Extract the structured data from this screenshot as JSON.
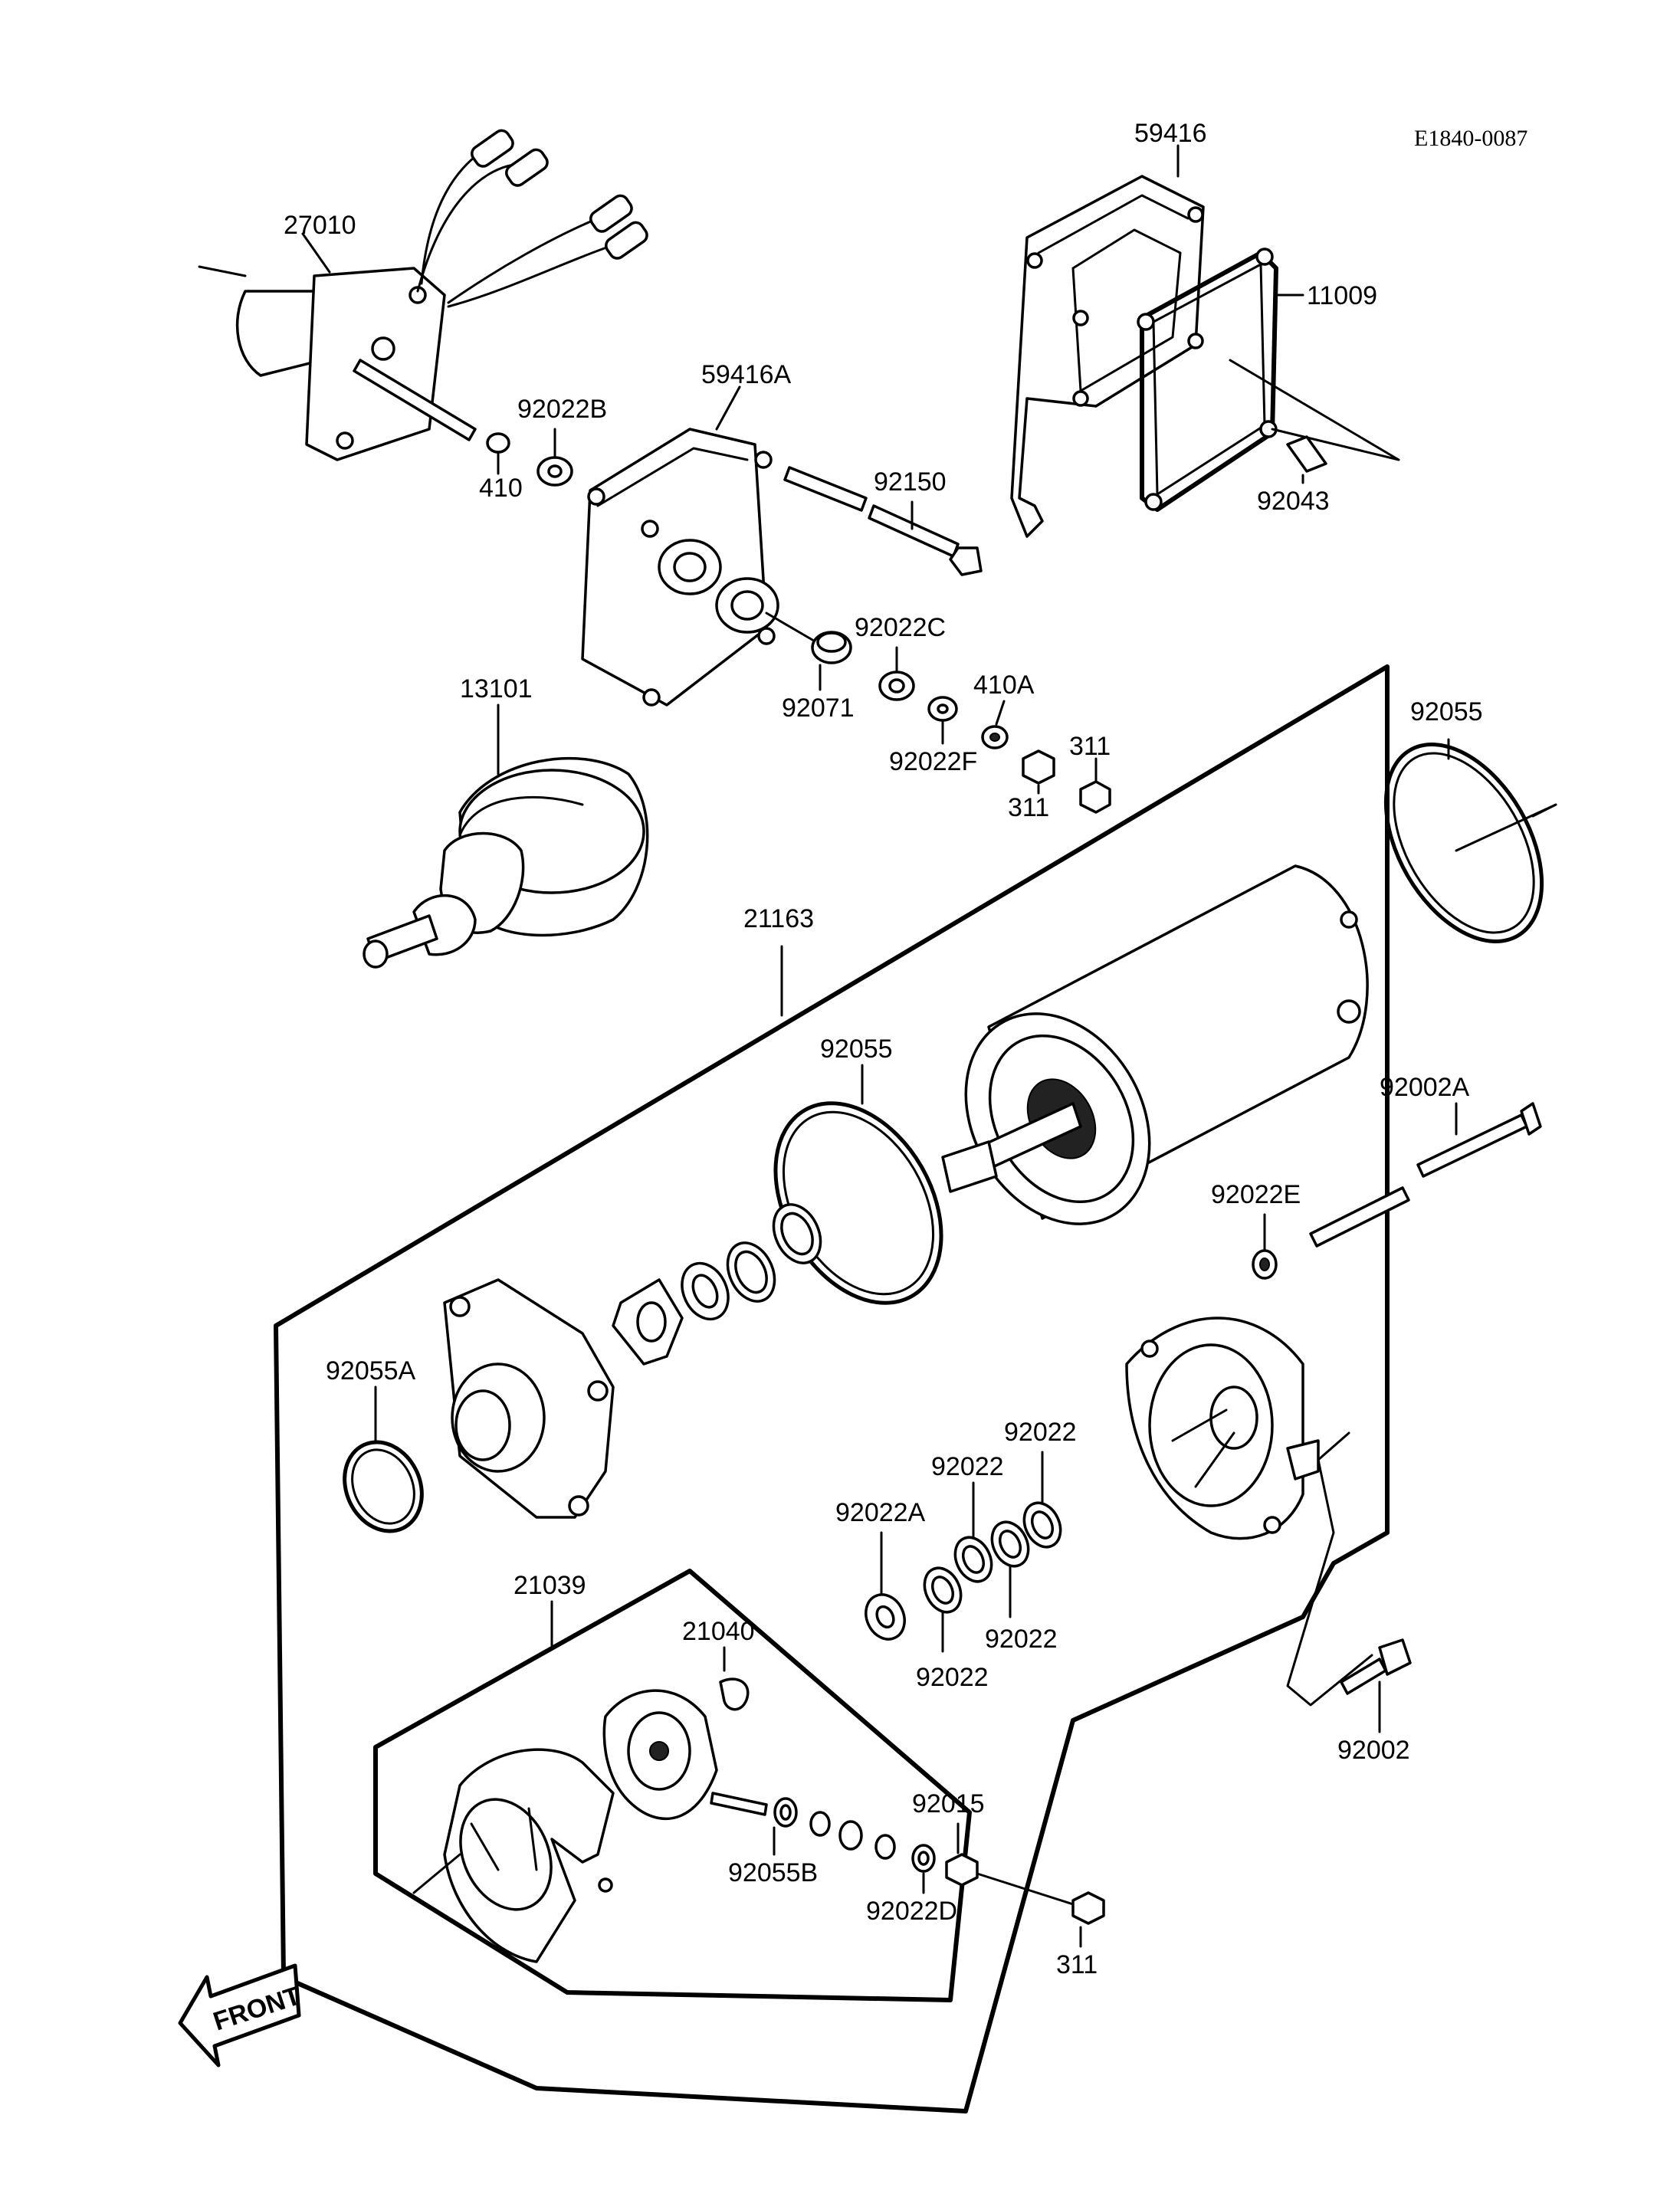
{
  "diagram_code": "E1840-0087",
  "front_label": "FRONT",
  "callouts": {
    "p27010": "27010",
    "p410": "410",
    "p92022B": "92022B",
    "p59416A": "59416A",
    "p92150": "92150",
    "p59416": "59416",
    "p11009": "11009",
    "p92043": "92043",
    "p13101": "13101",
    "p92071": "92071",
    "p92022C": "92022C",
    "p410A": "410A",
    "p92022F": "92022F",
    "p311_a": "311",
    "p311_b": "311",
    "p92055_top": "92055",
    "p21163": "21163",
    "p92055_mid": "92055",
    "p92002A": "92002A",
    "p92022E": "92022E",
    "p92055A": "92055A",
    "p92022_1": "92022",
    "p92022_2": "92022",
    "p92022A": "92022A",
    "p92022_3": "92022",
    "p92022_4": "92022",
    "p21039": "21039",
    "p21040": "21040",
    "p92015": "92015",
    "p92055B": "92055B",
    "p92022D": "92022D",
    "p311_c": "311",
    "p92002": "92002"
  }
}
